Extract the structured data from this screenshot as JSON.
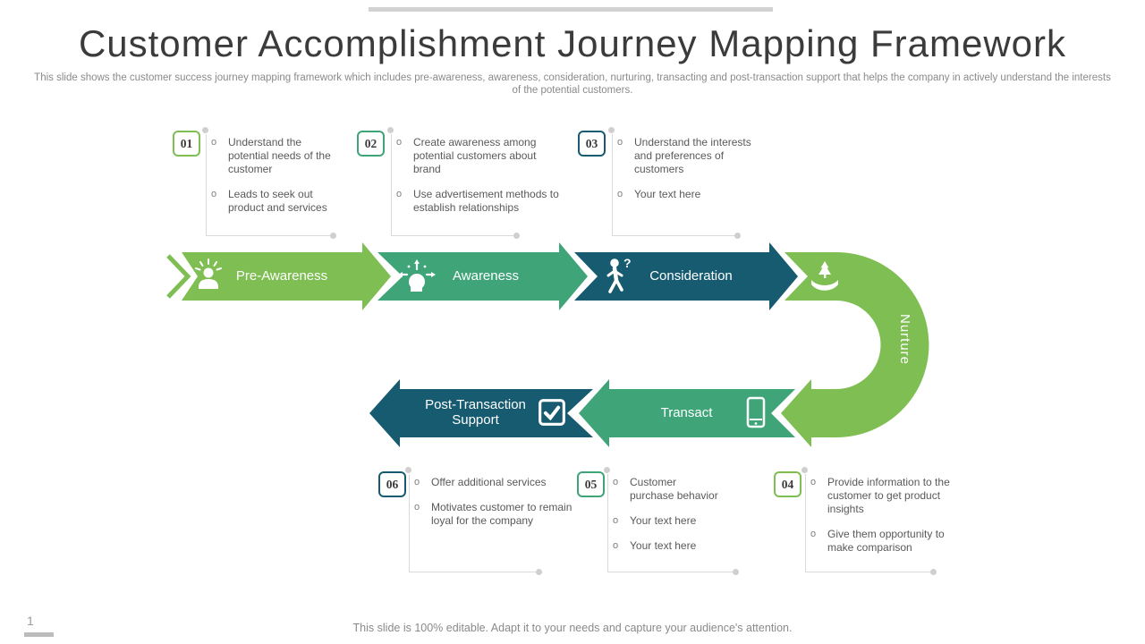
{
  "slide": {
    "title": "Customer Accomplishment Journey Mapping Framework",
    "subtitle": "This slide shows the customer success journey mapping framework which includes pre-awareness, awareness, consideration, nurturing, transacting and post-transaction support that helps the company in actively understand the interests of the potential customers.",
    "footer": "This slide is 100% editable. Adapt it to your needs and capture your audience's attention.",
    "page_number": "1"
  },
  "ui": {
    "bullet_marker": "o",
    "question_mark": "?"
  },
  "colors": {
    "light_green": "#7EBE53",
    "green": "#3FA579",
    "dark_teal": "#175B70",
    "connector_gray": "#D9D9D9",
    "accent_bar_gray": "#D2D2D2"
  },
  "stages": [
    {
      "label": "Pre-Awareness",
      "icon": "person-idea-icon",
      "color": "#7EBE53"
    },
    {
      "label": "Awareness",
      "icon": "awareness-head-icon",
      "color": "#3FA579"
    },
    {
      "label": "Consideration",
      "icon": "walking-person-question-icon",
      "color": "#175B70"
    },
    {
      "label": "Nurture",
      "icon": "hands-holding-plant-icon",
      "color": "#7EBE53"
    },
    {
      "label": "Transact",
      "icon": "smartphone-icon",
      "color": "#3FA579"
    },
    {
      "label": "Post-Transaction Support",
      "icon": "checkbox-icon",
      "color": "#175B70"
    }
  ],
  "callouts": [
    {
      "number": "01",
      "border_color": "#7EBE53",
      "bullets": [
        "Understand the potential needs of the customer",
        "Leads to seek out product and services"
      ]
    },
    {
      "number": "02",
      "border_color": "#3FA579",
      "bullets": [
        "Create awareness among potential customers about brand",
        "Use advertisement methods to establish relationships"
      ]
    },
    {
      "number": "03",
      "border_color": "#175B70",
      "bullets": [
        "Understand the interests and preferences of customers",
        "Your text here"
      ]
    },
    {
      "number": "04",
      "border_color": "#7EBE53",
      "bullets": [
        "Provide information to the customer to get product insights",
        "Give them opportunity to make comparison"
      ]
    },
    {
      "number": "05",
      "border_color": "#3FA579",
      "bullets": [
        "Customer purchase behavior",
        "Your text here",
        "Your text here"
      ]
    },
    {
      "number": "06",
      "border_color": "#175B70",
      "bullets": [
        "Offer additional services",
        "Motivates customer to remain loyal for the company"
      ]
    }
  ]
}
